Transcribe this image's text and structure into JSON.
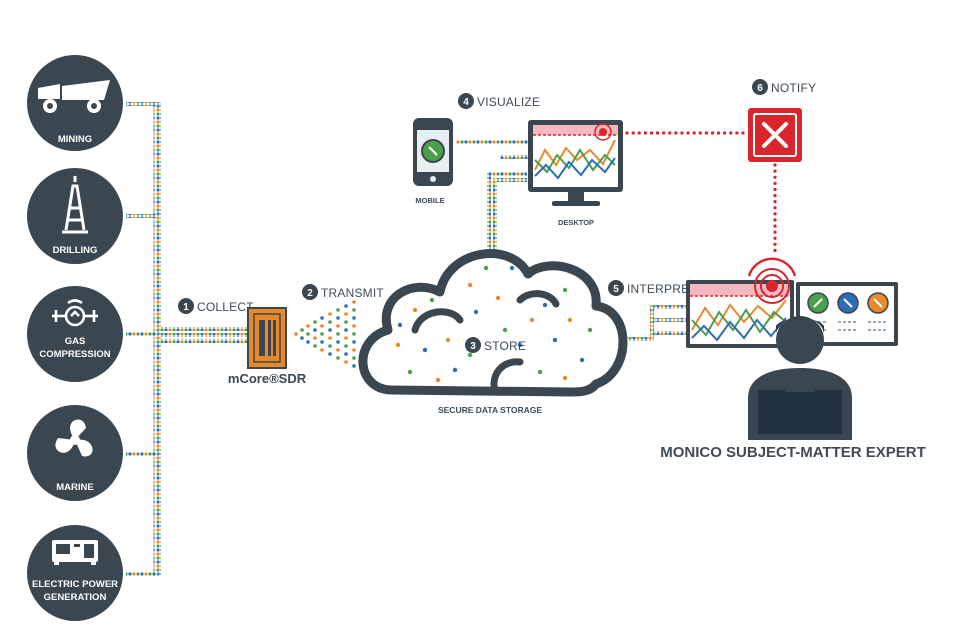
{
  "sources": [
    {
      "label": "MINING",
      "icon": "haul-truck-icon"
    },
    {
      "label": "DRILLING",
      "icon": "drilling-rig-icon"
    },
    {
      "label_lines": [
        "GAS",
        "COMPRESSION"
      ],
      "icon": "compressor-icon"
    },
    {
      "label": "MARINE",
      "icon": "propeller-icon"
    },
    {
      "label_lines": [
        "ELECTRIC POWER",
        "GENERATION"
      ],
      "icon": "generator-icon"
    }
  ],
  "steps": {
    "collect": {
      "number": "1",
      "label": "COLLECT"
    },
    "transmit": {
      "number": "2",
      "label": "TRANSMIT"
    },
    "store": {
      "number": "3",
      "label": "STORE"
    },
    "visualize": {
      "number": "4",
      "label": "VISUALIZE"
    },
    "interpret": {
      "number": "5",
      "label": "INTERPRET"
    },
    "notify": {
      "number": "6",
      "label": "NOTIFY"
    }
  },
  "device": {
    "label": "mCore®SDR"
  },
  "cloud": {
    "label": "SECURE DATA STORAGE"
  },
  "mobile": {
    "label": "MOBILE"
  },
  "desktop": {
    "label": "DESKTOP"
  },
  "expert": {
    "label": "MONICO SUBJECT-MATTER EXPERT"
  },
  "colors": {
    "dark_slate": "#3a4650",
    "orange": "#e8892b",
    "green": "#4aa04a",
    "blue": "#2e6db4",
    "red": "#d9262c",
    "pink": "#f5b8c0"
  }
}
